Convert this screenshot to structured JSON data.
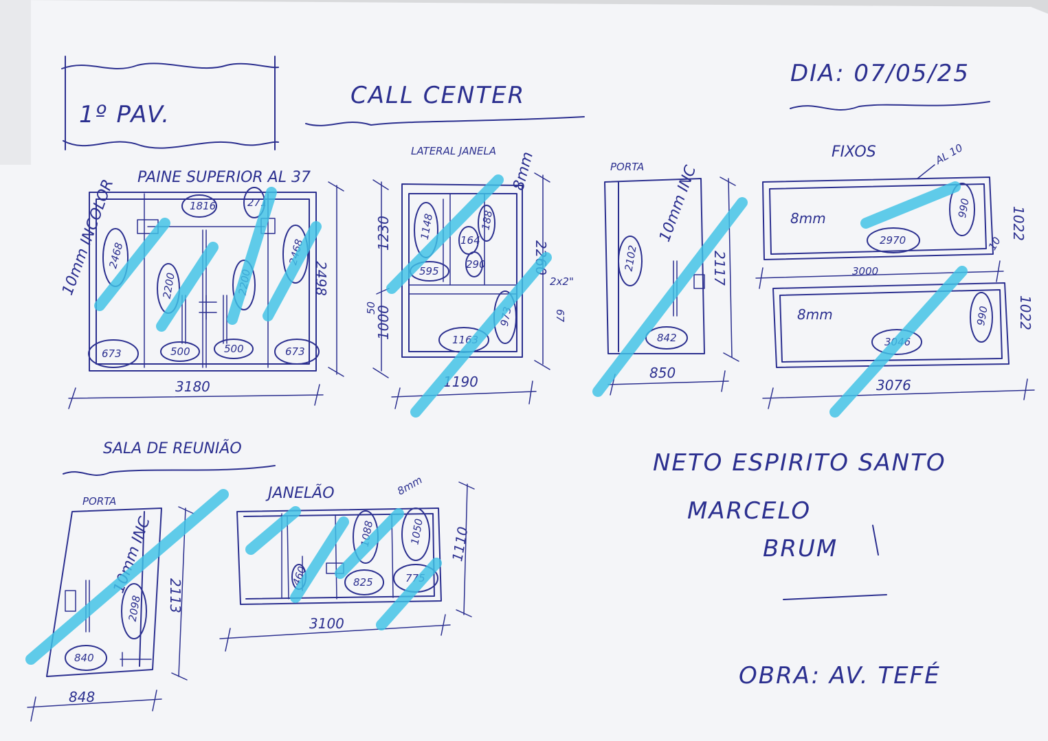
{
  "header": {
    "stamp": "1º PAV.",
    "section_title": "CALL CENTER",
    "date": "DIA: 07/05/25"
  },
  "panel_superior": {
    "title": "PAINE SUPERIOR AL 37",
    "glass": "10mm INCOLOR",
    "dims": [
      "2468",
      "1816",
      "271",
      "2468",
      "2200",
      "2200",
      "673",
      "500",
      "500",
      "673"
    ],
    "height": "2498",
    "width": "3180"
  },
  "lateral_janela": {
    "title": "LATERAL JANELA",
    "glass": "8mm",
    "dims": [
      "1148",
      "164",
      "188",
      "290",
      "595",
      "1163",
      "973"
    ],
    "heights": [
      "1230",
      "1000",
      "50"
    ],
    "right_dims": [
      "2260",
      "2x2\"",
      "67"
    ],
    "width": "1190"
  },
  "porta1": {
    "title": "PORTA",
    "glass": "10mm INC",
    "dims": [
      "2102",
      "842"
    ],
    "height": "2117",
    "width": "850"
  },
  "fixos": {
    "title": "FIXOS",
    "profile": "AL 10",
    "top_glass": "8mm",
    "top_dims": [
      "2970",
      "990"
    ],
    "top_height": "1022",
    "top_width": "3000",
    "top_gap": "10",
    "bottom_glass": "8mm",
    "bottom_dims": [
      "3046",
      "990"
    ],
    "bottom_height": "1022",
    "bottom_width": "3076"
  },
  "sala_reuniao": {
    "section_title": "SALA DE REUNIÃO",
    "porta_title": "PORTA",
    "porta_glass": "10mm INC",
    "porta_dims": [
      "2098",
      "840"
    ],
    "porta_height": "2113",
    "porta_width": "848",
    "janela_title": "JANELÃO",
    "janela_glass": "8mm",
    "janela_dims": [
      "1088",
      "1050",
      "825",
      "775",
      "460"
    ],
    "janela_height": "1110",
    "janela_width": "3100"
  },
  "signature": {
    "name_line1": "NETO ESPIRITO SANTO",
    "name_line2": "MARCELO",
    "name_line3": "BRUM",
    "job": "OBRA: AV. TEFÉ"
  }
}
